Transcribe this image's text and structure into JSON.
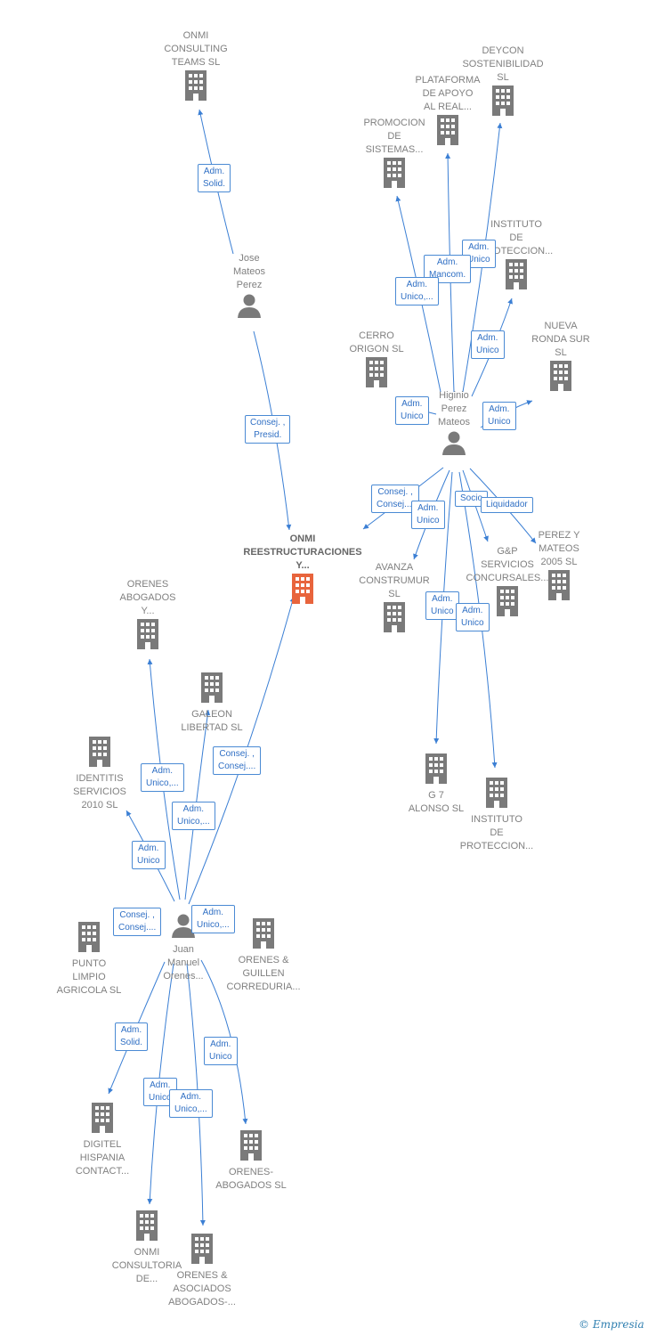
{
  "colors": {
    "edge": "#3b7fd4",
    "node": "#7a7a7a",
    "main": "#e8643c"
  },
  "nodes": [
    {
      "id": "onmi_consulting",
      "label": "ONMI\nCONSULTING\nTEAMS  SL",
      "type": "company"
    },
    {
      "id": "deycon",
      "label": "DEYCON\nSOSTENIBILIDAD\nSL",
      "type": "company"
    },
    {
      "id": "plataforma",
      "label": "PLATAFORMA\nDE APOYO\nAL REAL...",
      "type": "company"
    },
    {
      "id": "promocion",
      "label": "PROMOCION\nDE\nSISTEMAS...",
      "type": "company"
    },
    {
      "id": "instituto1",
      "label": "INSTITUTO\nDE\nPROTECCION...",
      "type": "company"
    },
    {
      "id": "jose",
      "label": "Jose\nMateos\nPerez",
      "type": "person"
    },
    {
      "id": "nueva_ronda",
      "label": "NUEVA\nRONDA SUR\nSL",
      "type": "company"
    },
    {
      "id": "cerro",
      "label": "CERRO\nORIGON  SL",
      "type": "company"
    },
    {
      "id": "higinio",
      "label": "Higinio\nPerez\nMateos",
      "type": "person"
    },
    {
      "id": "onmi_main",
      "label": "ONMI\nREESTRUCTURACIONES\nY...",
      "type": "main"
    },
    {
      "id": "perez_mateos",
      "label": "PEREZ Y\nMATEOS\n2005 SL",
      "type": "company"
    },
    {
      "id": "gp",
      "label": "G&P\nSERVICIOS\nCONCURSALES...",
      "type": "company"
    },
    {
      "id": "avanza",
      "label": "AVANZA\nCONSTRUMUR\nSL",
      "type": "company"
    },
    {
      "id": "orenes_abogados_y",
      "label": "ORENES\nABOGADOS\nY...",
      "type": "company"
    },
    {
      "id": "galeon",
      "label": "GALEON\nLIBERTAD SL",
      "type": "company"
    },
    {
      "id": "identitis",
      "label": "IDENTITIS\nSERVICIOS\n2010 SL",
      "type": "company"
    },
    {
      "id": "g7",
      "label": "G 7\nALONSO  SL",
      "type": "company"
    },
    {
      "id": "instituto2",
      "label": "INSTITUTO\nDE\nPROTECCION...",
      "type": "company"
    },
    {
      "id": "juan",
      "label": "Juan\nManuel\nOrenes...",
      "type": "person"
    },
    {
      "id": "punto_limpio",
      "label": "PUNTO\nLIMPIO\nAGRICOLA SL",
      "type": "company"
    },
    {
      "id": "orenes_guillen",
      "label": "ORENES &\nGUILLEN\nCORREDURIA...",
      "type": "company"
    },
    {
      "id": "digitel",
      "label": "DIGITEL\nHISPANIA\nCONTACT...",
      "type": "company"
    },
    {
      "id": "orenes_abogados_sl",
      "label": "ORENES-\nABOGADOS SL",
      "type": "company"
    },
    {
      "id": "onmi_consultoria",
      "label": "ONMI\nCONSULTORIA\nDE...",
      "type": "company"
    },
    {
      "id": "orenes_asociados",
      "label": "ORENES &\nASOCIADOS\nABOGADOS-...",
      "type": "company"
    }
  ],
  "edge_labels": [
    "Adm.\nSolid.",
    "Consej. ,\nPresid.",
    "Adm.\nUnico",
    "Adm.\nMancom.",
    "Adm.\nUnico,...",
    "Adm.\nUnico",
    "Adm.\nUnico",
    "Adm.\nUnico",
    "Consej. ,\nConsej....",
    "Adm.\nUnico",
    "Socio",
    "Liquidador",
    "Adm.\nUnico",
    "Adm.\nUnico",
    "Adm.\nUnico,...",
    "Consej. ,\nConsej....",
    "Adm.\nUnico,...",
    "Adm.\nUnico",
    "Consej. ,\nConsej....",
    "Adm.\nUnico,...",
    "Adm.\nSolid.",
    "Adm.\nUnico",
    "Adm.\nUnico",
    "Adm.\nUnico,..."
  ],
  "watermark": "Empresia",
  "copyright": "©"
}
